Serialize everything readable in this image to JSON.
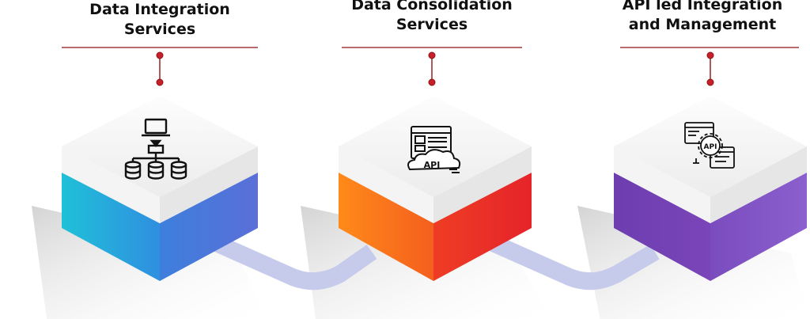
{
  "services": [
    {
      "title_line1": "Data Integration",
      "title_line2": "Services",
      "icon": "database-network-icon",
      "colors": {
        "front": "#1fc0d8",
        "front_end": "#2f8fe0",
        "side": "#3d7fdc",
        "side_end": "#5a6fd8"
      }
    },
    {
      "title_line1": "Data Consolidation",
      "title_line2": "Services",
      "icon": "api-cloud-icon",
      "icon_label": "API",
      "colors": {
        "front": "#ff8a1a",
        "front_end": "#f45f1e",
        "side": "#ee3d24",
        "side_end": "#e5242a"
      }
    },
    {
      "title_line1": "API led Integration",
      "title_line2": "and Management",
      "icon": "api-gear-icon",
      "icon_label": "API",
      "colors": {
        "front": "#6d3eb0",
        "front_end": "#7a45b8",
        "side": "#7a4cbd",
        "side_end": "#8c5fcf"
      }
    }
  ],
  "accent": {
    "line": "#8a1414",
    "dot": "#c8202a",
    "connector": "#c7cbeb"
  }
}
